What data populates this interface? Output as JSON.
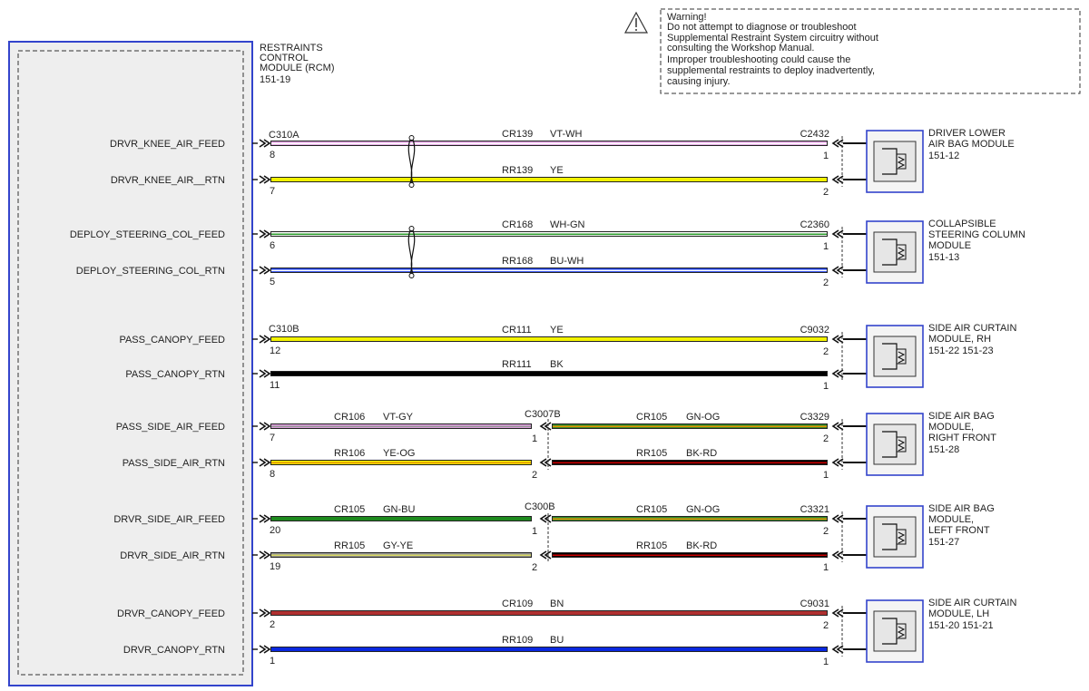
{
  "warning": {
    "lines": [
      "Warning!",
      "Do not attempt to diagnose or troubleshoot",
      "Supplemental Restraint System circuitry without",
      "consulting the Workshop Manual.",
      "Improper troubleshooting could cause the",
      "supplemental restraints to deploy inadvertently,",
      "causing injury."
    ]
  },
  "rcm": {
    "label_lines": [
      "RESTRAINTS",
      "CONTROL",
      "MODULE (RCM)"
    ],
    "ref": "151-19"
  },
  "connectors": {
    "c310a": "C310A",
    "c310b": "C310B",
    "c3007b": "C3007B",
    "c300b": "C300B"
  },
  "signals": [
    {
      "label": "DRVR_KNEE_AIR_FEED",
      "pin": "8",
      "conn_left": "C310A",
      "circuit": "CR139",
      "color_code": "VT-WH",
      "end_conn": "C2432",
      "end_pin": "1",
      "colors": [
        "#e09ee0",
        "#ffffff"
      ]
    },
    {
      "label": "DRVR_KNEE_AIR__RTN",
      "pin": "7",
      "circuit": "RR139",
      "color_code": "YE",
      "end_pin": "2",
      "colors": [
        "#f2f200",
        "#f2f200"
      ]
    },
    {
      "label": "DEPLOY_STEERING_COL_FEED",
      "pin": "6",
      "circuit": "CR168",
      "color_code": "WH-GN",
      "end_conn": "C2360",
      "end_pin": "1",
      "colors": [
        "#ffffff",
        "#2e9e2e"
      ]
    },
    {
      "label": "DEPLOY_STEERING_COL_RTN",
      "pin": "5",
      "circuit": "RR168",
      "color_code": "BU-WH",
      "end_pin": "2",
      "colors": [
        "#2244ee",
        "#ffffff"
      ]
    },
    {
      "label": "PASS_CANOPY_FEED",
      "pin": "12",
      "conn_left": "C310B",
      "circuit": "CR111",
      "color_code": "YE",
      "end_conn": "C9032",
      "end_pin": "2",
      "colors": [
        "#f2f200",
        "#f2f200"
      ]
    },
    {
      "label": "PASS_CANOPY_RTN",
      "pin": "11",
      "circuit": "RR111",
      "color_code": "BK",
      "end_pin": "1",
      "colors": [
        "#000000",
        "#000000"
      ]
    },
    {
      "label": "PASS_SIDE_AIR_FEED",
      "pin": "7",
      "circuit": "CR106",
      "color_code": "VT-GY",
      "mid_pin_left": "1",
      "circuit2": "CR105",
      "color_code2": "GN-OG",
      "end_conn": "C3329",
      "end_pin": "2",
      "colors": [
        "#e09ee0",
        "#999999"
      ],
      "colors2": [
        "#2e8b2e",
        "#e59400"
      ]
    },
    {
      "label": "PASS_SIDE_AIR_RTN",
      "pin": "8",
      "circuit": "RR106",
      "color_code": "YE-OG",
      "mid_pin_left": "2",
      "circuit2": "RR105",
      "color_code2": "BK-RD",
      "end_pin": "1",
      "colors": [
        "#f2f200",
        "#e59400"
      ],
      "colors2": [
        "#000000",
        "#cc0000"
      ]
    },
    {
      "label": "DRVR_SIDE_AIR_FEED",
      "pin": "20",
      "circuit": "CR105",
      "color_code": "GN-BU",
      "mid_pin_left": "1",
      "circuit2": "CR105",
      "color_code2": "GN-OG",
      "end_conn": "C3321",
      "end_pin": "2",
      "colors": [
        "#1e8a1e",
        "#1e8a1e"
      ],
      "colors2": [
        "#2e8b2e",
        "#e59400"
      ]
    },
    {
      "label": "DRVR_SIDE_AIR_RTN",
      "pin": "19",
      "circuit": "RR105",
      "color_code": "GY-YE",
      "mid_pin_left": "2",
      "circuit2": "RR105",
      "color_code2": "BK-RD",
      "end_pin": "1",
      "colors": [
        "#999999",
        "#d8d860"
      ],
      "colors2": [
        "#000000",
        "#cc0000"
      ]
    },
    {
      "label": "DRVR_CANOPY_FEED",
      "pin": "2",
      "circuit": "CR109",
      "color_code": "BN",
      "end_conn": "C9031",
      "end_pin": "2",
      "colors": [
        "#b03030",
        "#b03030"
      ]
    },
    {
      "label": "DRVR_CANOPY_RTN",
      "pin": "1",
      "circuit": "RR109",
      "color_code": "BU",
      "end_pin": "1",
      "colors": [
        "#0a28e0",
        "#0a28e0"
      ]
    }
  ],
  "modules": [
    {
      "name_lines": [
        "DRIVER LOWER",
        "AIR BAG MODULE"
      ],
      "refs": "151-12"
    },
    {
      "name_lines": [
        "COLLAPSIBLE",
        "STEERING COLUMN",
        "MODULE"
      ],
      "refs": "151-13"
    },
    {
      "name_lines": [
        "SIDE AIR CURTAIN",
        "MODULE, RH"
      ],
      "refs": "151-22   151-23"
    },
    {
      "name_lines": [
        "SIDE AIR BAG",
        "MODULE,",
        "RIGHT FRONT"
      ],
      "refs": "151-28"
    },
    {
      "name_lines": [
        "SIDE AIR BAG",
        "MODULE,",
        "LEFT FRONT"
      ],
      "refs": "151-27"
    },
    {
      "name_lines": [
        "SIDE AIR CURTAIN",
        "MODULE, LH"
      ],
      "refs": "151-20   151-21"
    }
  ]
}
